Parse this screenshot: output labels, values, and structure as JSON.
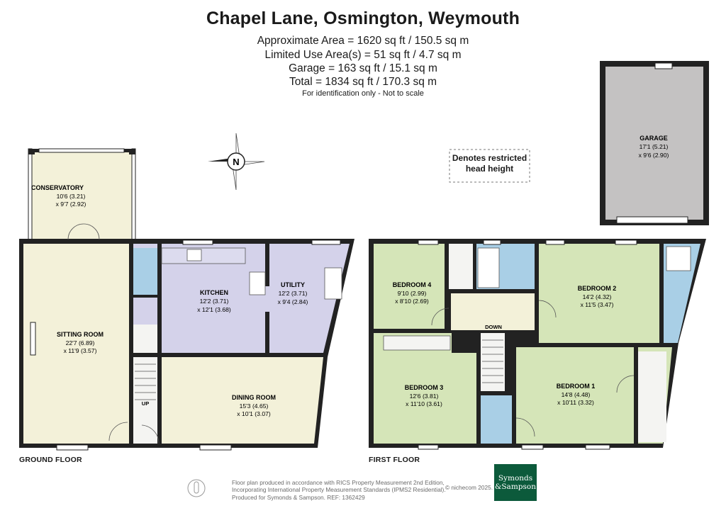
{
  "title": "Chapel Lane, Osmington, Weymouth",
  "areas": {
    "approximate": "Approximate Area = 1620 sq ft / 150.5 sq m",
    "limited_use": "Limited Use Area(s) = 51 sq ft / 4.7 sq m",
    "garage": "Garage = 163 sq ft / 15.1 sq m",
    "total": "Total = 1834 sq ft / 170.3 sq m",
    "note": "For identification only - Not to scale"
  },
  "compass": {
    "letter": "N"
  },
  "restricted_note": {
    "line1": "Denotes restricted",
    "line2": "head height"
  },
  "floors": {
    "ground": {
      "label": "GROUND FLOOR",
      "stairs": "UP"
    },
    "first": {
      "label": "FIRST FLOOR",
      "stairs": "DOWN"
    }
  },
  "rooms": {
    "conservatory": {
      "name": "CONSERVATORY",
      "dim1": "10'6 (3.21)",
      "dim2": "x 9'7 (2.92)"
    },
    "sitting": {
      "name": "SITTING ROOM",
      "dim1": "22'7 (6.89)",
      "dim2": "x 11'9 (3.57)"
    },
    "kitchen": {
      "name": "KITCHEN",
      "dim1": "12'2 (3.71)",
      "dim2": "x 12'1 (3.68)"
    },
    "utility": {
      "name": "UTILITY",
      "dim1": "12'2 (3.71)",
      "dim2": "x 9'4 (2.84)"
    },
    "dining": {
      "name": "DINING ROOM",
      "dim1": "15'3 (4.65)",
      "dim2": "x 10'1 (3.07)"
    },
    "garage": {
      "name": "GARAGE",
      "dim1": "17'1 (5.21)",
      "dim2": "x 9'6 (2.90)"
    },
    "bed4": {
      "name": "BEDROOM 4",
      "dim1": "9'10 (2.99)",
      "dim2": "x 8'10 (2.69)"
    },
    "bed2": {
      "name": "BEDROOM 2",
      "dim1": "14'2 (4.32)",
      "dim2": "x 11'5 (3.47)"
    },
    "bed3": {
      "name": "BEDROOM 3",
      "dim1": "12'6 (3.81)",
      "dim2": "x 11'10 (3.61)"
    },
    "bed1": {
      "name": "BEDROOM 1",
      "dim1": "14'8 (4.48)",
      "dim2": "x 10'11 (3.32)"
    }
  },
  "footer": {
    "line1": "Floor plan produced in accordance with RICS Property Measurement 2nd Edition,",
    "line2": "Incorporating International Property Measurement Standards (IPMS2 Residential).",
    "line3": "Produced for Symonds & Sampson.     REF:  1362429",
    "copyright": "© nichecom 2025.",
    "brand_line1": "Symonds",
    "brand_line2": "&Sampson"
  },
  "colors": {
    "room_lavender": "#d4d2ea",
    "room_green": "#d5e5b8",
    "room_cream": "#f3f1d9",
    "room_blue": "#a9cfe6",
    "room_grey": "#c4c2c2",
    "room_white": "#f4f4f2",
    "wall": "#222222",
    "brand": "#0c5a3b"
  }
}
